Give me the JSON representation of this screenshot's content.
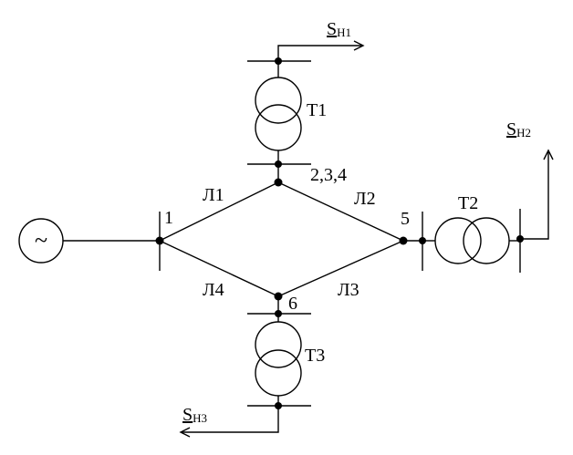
{
  "nodes": {
    "n1": "1",
    "n234": "2,3,4",
    "n5": "5",
    "n6": "6"
  },
  "lines": {
    "l1": "Л1",
    "l2": "Л2",
    "l3": "Л3",
    "l4": "Л4"
  },
  "transformers": {
    "t1": "Т1",
    "t2": "Т2",
    "t3": "Т3"
  },
  "loads": {
    "s1": {
      "main": "S",
      "sub": "Н1"
    },
    "s2": {
      "main": "S",
      "sub": "Н2"
    },
    "s3": {
      "main": "S",
      "sub": "Н3"
    }
  },
  "generator_symbol": "~"
}
